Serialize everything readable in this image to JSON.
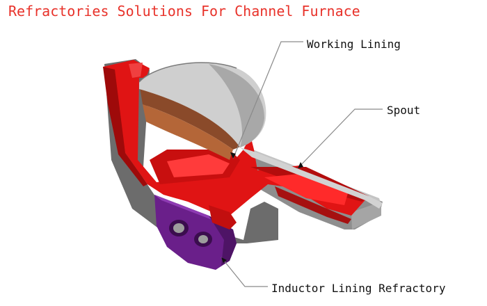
{
  "title": "Refractories Solutions For Channel Furnace",
  "labels": {
    "working_lining": "Working Lining",
    "spout": "Spout",
    "inductor_lining": "Inductor Lining Refractory"
  },
  "colors": {
    "title": "#e8322a",
    "refractory_red": "#e01414",
    "refractory_dark_red": "#9e0a0a",
    "inductor_purple": "#6a1f8a",
    "shell_grey": "#b9b9b9",
    "lid_grey": "#cfcfcf",
    "leader_line": "#8a8a8a"
  }
}
